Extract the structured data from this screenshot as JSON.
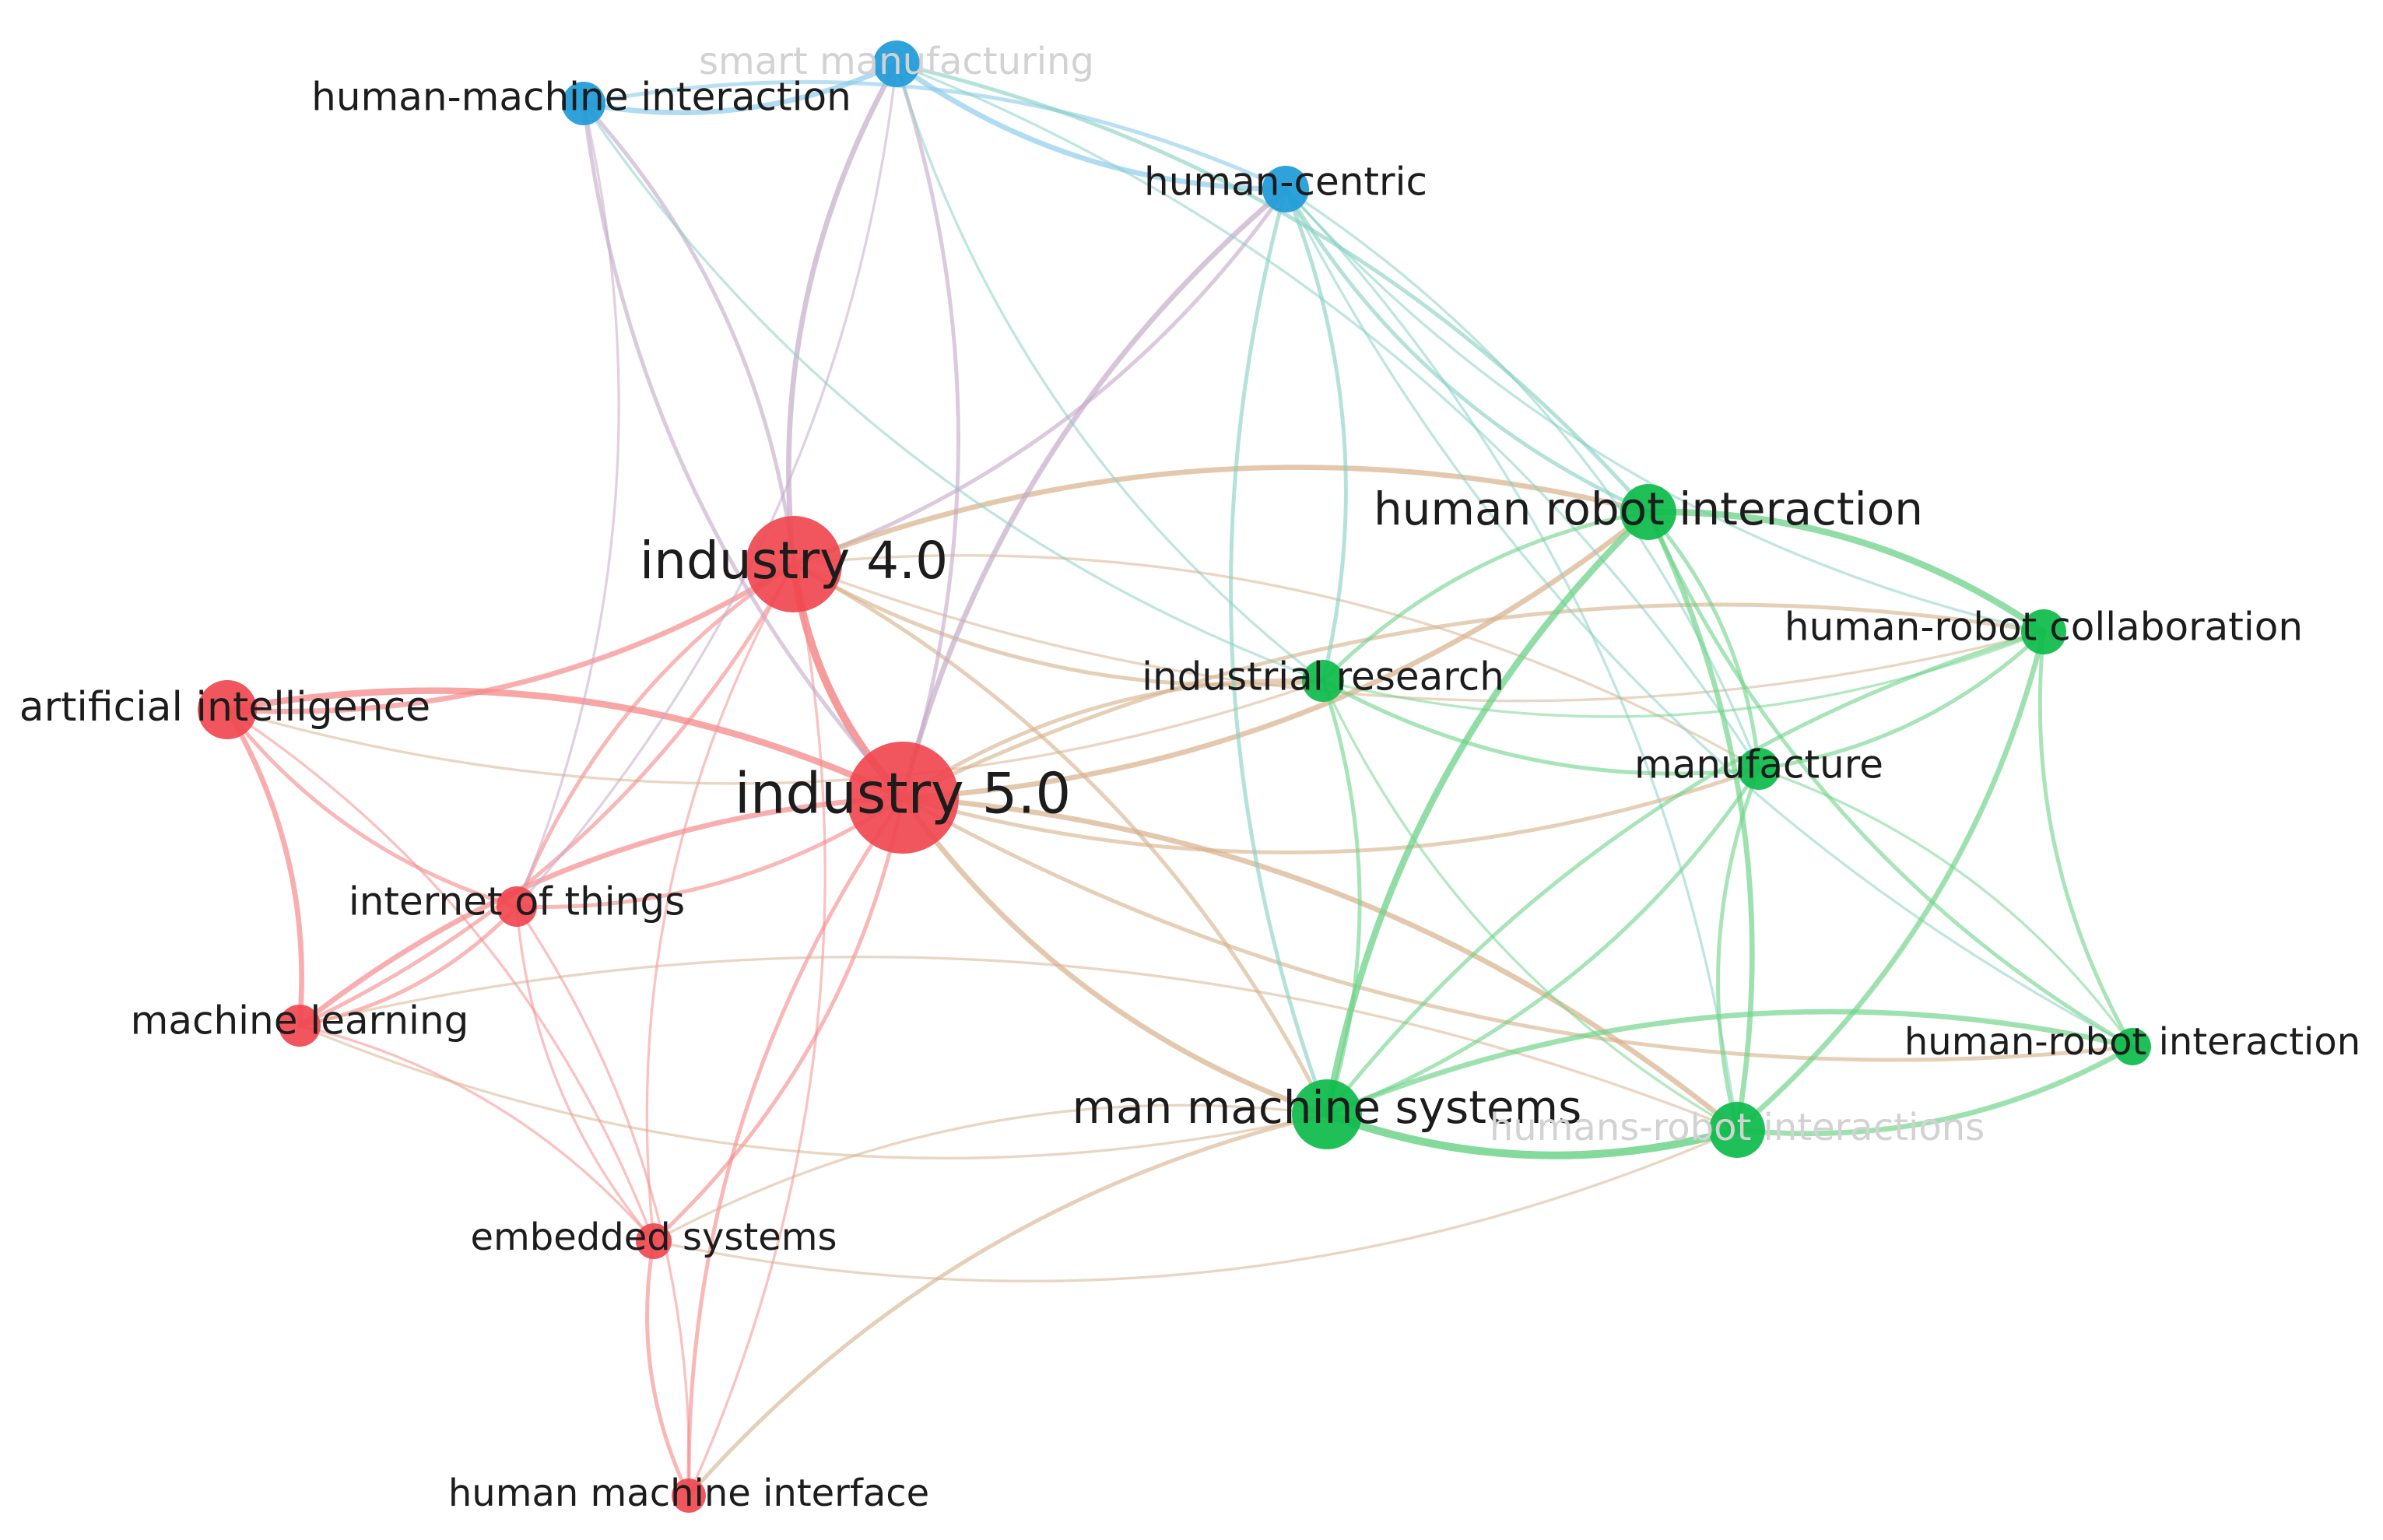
{
  "map": {
    "colors": {
      "cluster_red": "#f0474f",
      "cluster_green": "#0dbb4b",
      "cluster_blue": "#1e9ad8",
      "edge_red": "#f58a8a",
      "edge_green": "#6fd38a",
      "edge_blue": "#8ccbec",
      "edge_mixed_red_green": "#d6b089",
      "edge_mixed_red_blue": "#c4a9c7",
      "edge_mixed_blue_green": "#85d0c0",
      "label_text": "#1c1c1c",
      "faded_label_text": "#d2d2d2"
    },
    "nodes": [
      {
        "id": "industry40",
        "label": "industry 4.0",
        "cluster": "red",
        "weight": 5
      },
      {
        "id": "industry50",
        "label": "industry 5.0",
        "cluster": "red",
        "weight": 6
      },
      {
        "id": "ai",
        "label": "artificial intelligence",
        "cluster": "red",
        "weight": 3
      },
      {
        "id": "iot",
        "label": "internet of things",
        "cluster": "red",
        "weight": 2
      },
      {
        "id": "ml",
        "label": "machine learning",
        "cluster": "red",
        "weight": 2
      },
      {
        "id": "embedded",
        "label": "embedded systems",
        "cluster": "red",
        "weight": 2
      },
      {
        "id": "hmi_interface",
        "label": "human machine interface",
        "cluster": "red",
        "weight": 2
      },
      {
        "id": "hmi_interaction",
        "label": "human-machine interaction",
        "cluster": "blue",
        "weight": 2
      },
      {
        "id": "smart_mfg",
        "label": "smart manufacturing",
        "cluster": "blue",
        "weight": 2,
        "faded": true
      },
      {
        "id": "human_centric",
        "label": "human-centric",
        "cluster": "blue",
        "weight": 2
      },
      {
        "id": "hri_space",
        "label": "human robot interaction",
        "cluster": "green",
        "weight": 3
      },
      {
        "id": "hrc",
        "label": "human-robot collaboration",
        "cluster": "green",
        "weight": 2
      },
      {
        "id": "ind_research",
        "label": "industrial research",
        "cluster": "green",
        "weight": 2
      },
      {
        "id": "manufacture",
        "label": "manufacture",
        "cluster": "green",
        "weight": 2
      },
      {
        "id": "hri_dash",
        "label": "human-robot interaction",
        "cluster": "green",
        "weight": 2
      },
      {
        "id": "mms",
        "label": "man machine systems",
        "cluster": "green",
        "weight": 4
      },
      {
        "id": "humans_robot",
        "label": "humans-robot interactions",
        "cluster": "green",
        "weight": 3,
        "faded": true
      }
    ],
    "edges": [
      {
        "source": "industry40",
        "target": "industry50",
        "strength": 5
      },
      {
        "source": "industry40",
        "target": "ai",
        "strength": 3
      },
      {
        "source": "industry40",
        "target": "iot",
        "strength": 2
      },
      {
        "source": "industry40",
        "target": "ml",
        "strength": 2
      },
      {
        "source": "industry40",
        "target": "embedded",
        "strength": 1
      },
      {
        "source": "industry40",
        "target": "hmi_interface",
        "strength": 1
      },
      {
        "source": "industry40",
        "target": "hmi_interaction",
        "strength": 2
      },
      {
        "source": "industry40",
        "target": "smart_mfg",
        "strength": 3
      },
      {
        "source": "industry40",
        "target": "human_centric",
        "strength": 2
      },
      {
        "source": "industry40",
        "target": "hri_space",
        "strength": 3
      },
      {
        "source": "industry40",
        "target": "ind_research",
        "strength": 2
      },
      {
        "source": "industry40",
        "target": "mms",
        "strength": 2
      },
      {
        "source": "industry40",
        "target": "hrc",
        "strength": 1
      },
      {
        "source": "industry40",
        "target": "manufacture",
        "strength": 1
      },
      {
        "source": "industry50",
        "target": "ai",
        "strength": 4
      },
      {
        "source": "industry50",
        "target": "iot",
        "strength": 2
      },
      {
        "source": "industry50",
        "target": "ml",
        "strength": 3
      },
      {
        "source": "industry50",
        "target": "embedded",
        "strength": 2
      },
      {
        "source": "industry50",
        "target": "hmi_interface",
        "strength": 2
      },
      {
        "source": "industry50",
        "target": "hmi_interaction",
        "strength": 2
      },
      {
        "source": "industry50",
        "target": "smart_mfg",
        "strength": 2
      },
      {
        "source": "industry50",
        "target": "human_centric",
        "strength": 3
      },
      {
        "source": "industry50",
        "target": "hri_space",
        "strength": 3
      },
      {
        "source": "industry50",
        "target": "ind_research",
        "strength": 2
      },
      {
        "source": "industry50",
        "target": "mms",
        "strength": 3
      },
      {
        "source": "industry50",
        "target": "humans_robot",
        "strength": 3
      },
      {
        "source": "industry50",
        "target": "manufacture",
        "strength": 2
      },
      {
        "source": "industry50",
        "target": "hrc",
        "strength": 2
      },
      {
        "source": "industry50",
        "target": "hri_dash",
        "strength": 2
      },
      {
        "source": "ai",
        "target": "ml",
        "strength": 3
      },
      {
        "source": "ai",
        "target": "iot",
        "strength": 2
      },
      {
        "source": "ai",
        "target": "embedded",
        "strength": 1
      },
      {
        "source": "ai",
        "target": "ind_research",
        "strength": 1
      },
      {
        "source": "iot",
        "target": "ml",
        "strength": 2
      },
      {
        "source": "iot",
        "target": "embedded",
        "strength": 1
      },
      {
        "source": "iot",
        "target": "hmi_interface",
        "strength": 1
      },
      {
        "source": "iot",
        "target": "smart_mfg",
        "strength": 1
      },
      {
        "source": "ml",
        "target": "embedded",
        "strength": 1
      },
      {
        "source": "ml",
        "target": "mms",
        "strength": 1
      },
      {
        "source": "ml",
        "target": "humans_robot",
        "strength": 1
      },
      {
        "source": "embedded",
        "target": "hmi_interface",
        "strength": 2
      },
      {
        "source": "embedded",
        "target": "mms",
        "strength": 1
      },
      {
        "source": "embedded",
        "target": "humans_robot",
        "strength": 1
      },
      {
        "source": "hmi_interface",
        "target": "mms",
        "strength": 2
      },
      {
        "source": "hmi_interaction",
        "target": "smart_mfg",
        "strength": 3
      },
      {
        "source": "hmi_interaction",
        "target": "human_centric",
        "strength": 2
      },
      {
        "source": "hmi_interaction",
        "target": "ind_research",
        "strength": 1
      },
      {
        "source": "hmi_interaction",
        "target": "iot",
        "strength": 1
      },
      {
        "source": "smart_mfg",
        "target": "human_centric",
        "strength": 3
      },
      {
        "source": "smart_mfg",
        "target": "hri_space",
        "strength": 2
      },
      {
        "source": "smart_mfg",
        "target": "ind_research",
        "strength": 1
      },
      {
        "source": "smart_mfg",
        "target": "manufacture",
        "strength": 1
      },
      {
        "source": "human_centric",
        "target": "hri_space",
        "strength": 2
      },
      {
        "source": "human_centric",
        "target": "ind_research",
        "strength": 2
      },
      {
        "source": "human_centric",
        "target": "hrc",
        "strength": 1
      },
      {
        "source": "human_centric",
        "target": "manufacture",
        "strength": 1
      },
      {
        "source": "human_centric",
        "target": "mms",
        "strength": 2
      },
      {
        "source": "human_centric",
        "target": "humans_robot",
        "strength": 1
      },
      {
        "source": "human_centric",
        "target": "hri_dash",
        "strength": 1
      },
      {
        "source": "hri_space",
        "target": "hrc",
        "strength": 4
      },
      {
        "source": "hri_space",
        "target": "ind_research",
        "strength": 2
      },
      {
        "source": "hri_space",
        "target": "manufacture",
        "strength": 2
      },
      {
        "source": "hri_space",
        "target": "mms",
        "strength": 4
      },
      {
        "source": "hri_space",
        "target": "humans_robot",
        "strength": 3
      },
      {
        "source": "hri_space",
        "target": "hri_dash",
        "strength": 2
      },
      {
        "source": "hrc",
        "target": "manufacture",
        "strength": 2
      },
      {
        "source": "hrc",
        "target": "mms",
        "strength": 2
      },
      {
        "source": "hrc",
        "target": "humans_robot",
        "strength": 3
      },
      {
        "source": "hrc",
        "target": "hri_dash",
        "strength": 2
      },
      {
        "source": "hrc",
        "target": "ind_research",
        "strength": 1
      },
      {
        "source": "ind_research",
        "target": "manufacture",
        "strength": 2
      },
      {
        "source": "ind_research",
        "target": "mms",
        "strength": 2
      },
      {
        "source": "ind_research",
        "target": "humans_robot",
        "strength": 1
      },
      {
        "source": "manufacture",
        "target": "mms",
        "strength": 2
      },
      {
        "source": "manufacture",
        "target": "humans_robot",
        "strength": 2
      },
      {
        "source": "manufacture",
        "target": "hri_dash",
        "strength": 1
      },
      {
        "source": "mms",
        "target": "humans_robot",
        "strength": 5
      },
      {
        "source": "mms",
        "target": "hri_dash",
        "strength": 3
      },
      {
        "source": "humans_robot",
        "target": "hri_dash",
        "strength": 3
      }
    ]
  }
}
